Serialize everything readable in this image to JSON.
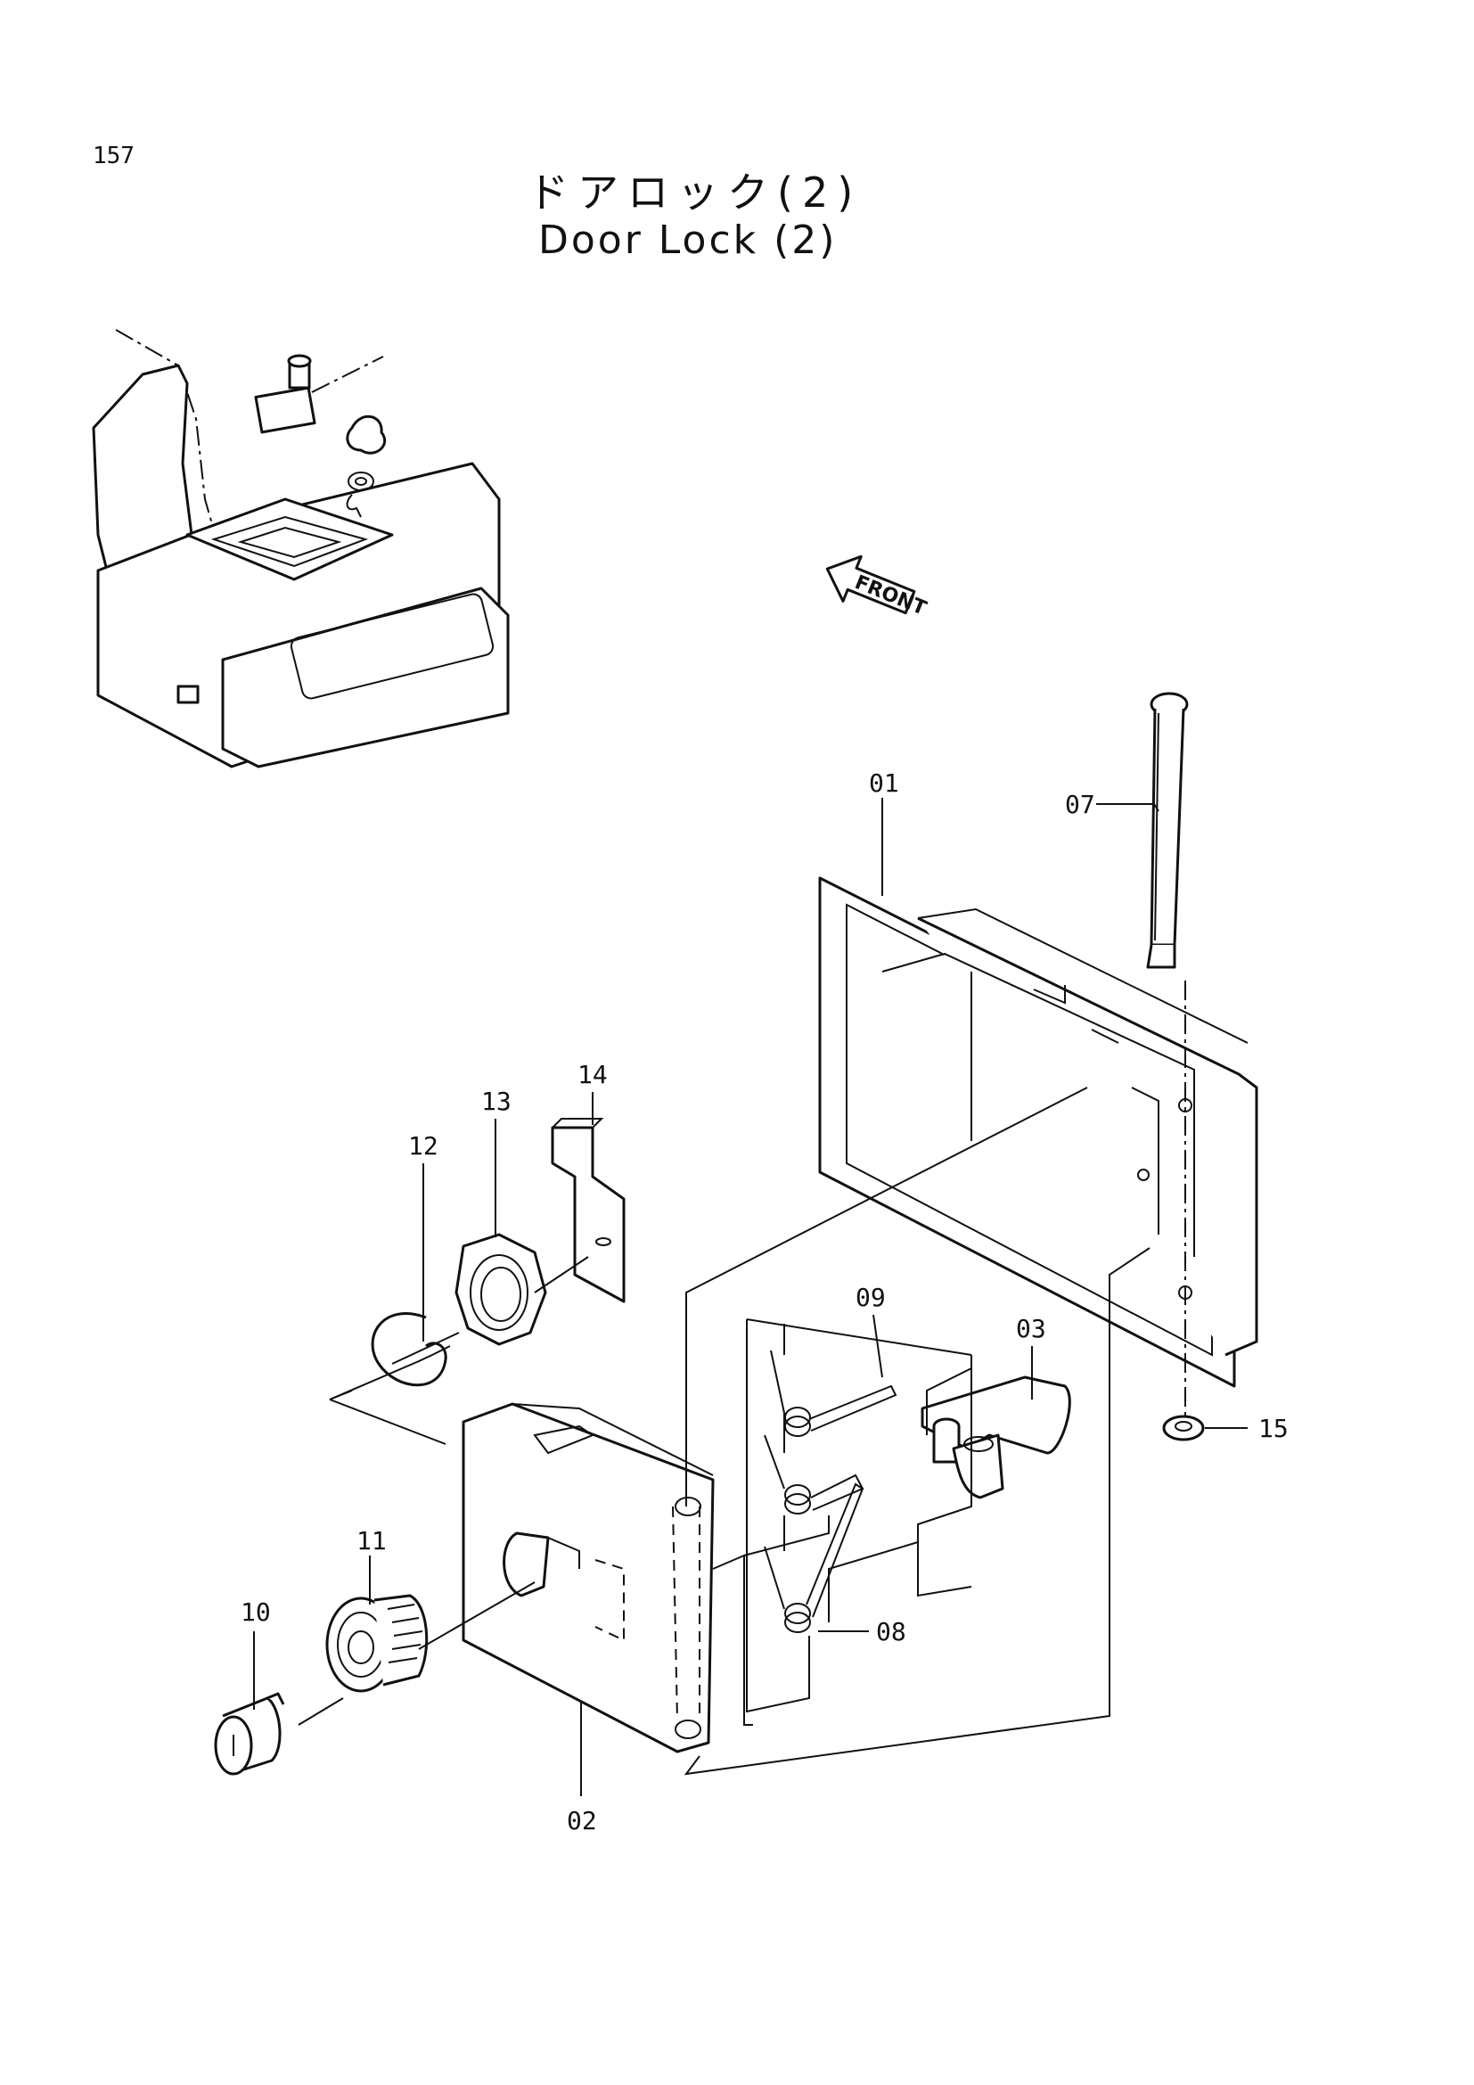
{
  "page_number": "157",
  "title_jp": "ドアロック(2)",
  "title_en": "Door Lock (2)",
  "direction_marker": "FRONT",
  "callouts": {
    "c01": "01",
    "c02": "02",
    "c03": "03",
    "c07": "07",
    "c08": "08",
    "c09": "09",
    "c10": "10",
    "c11": "11",
    "c12": "12",
    "c13": "13",
    "c14": "14",
    "c15": "15"
  }
}
